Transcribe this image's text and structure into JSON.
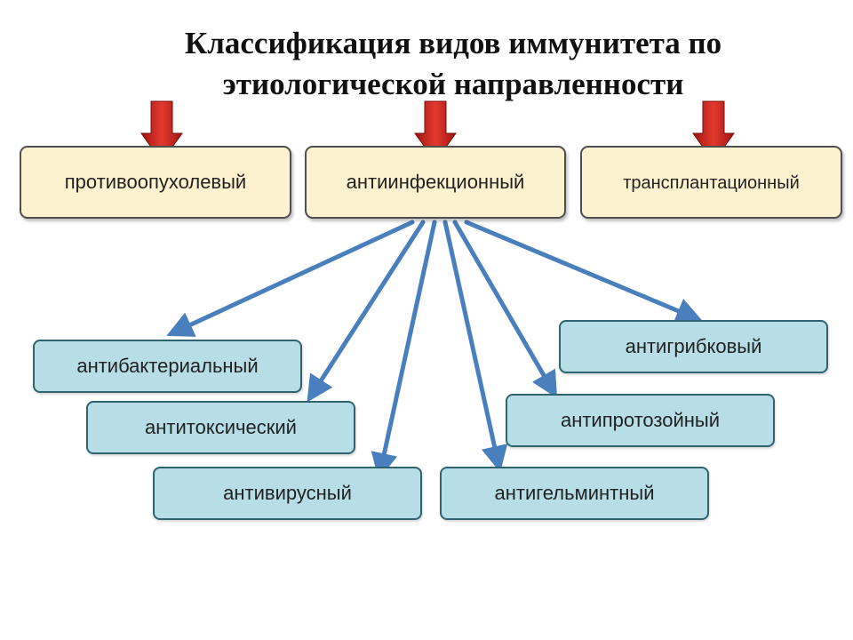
{
  "title": {
    "line1": "Классификация видов иммунитета по",
    "line2": "этиологической направленности"
  },
  "categories": [
    "противоопухолевый",
    "антиинфекционный",
    "трансплантационный"
  ],
  "subtypes": [
    "антибактериальный",
    "антитоксический",
    "антивирусный",
    "антигельминтный",
    "антипротозойный",
    "антигрибковый"
  ],
  "colors": {
    "category_fill": "#fdf2cf",
    "subtype_fill": "#b7dde6",
    "connector": "#4a7fbe",
    "pointer_arrow": "#d2231c"
  },
  "icons": {
    "pointer": "down-arrow-icon"
  }
}
